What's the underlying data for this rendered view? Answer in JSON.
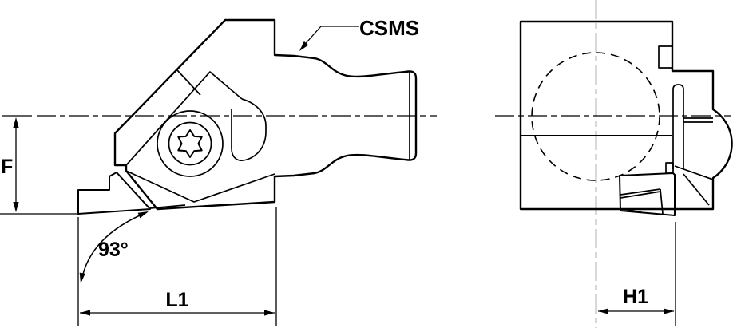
{
  "drawing": {
    "callout": {
      "text": "CSMS"
    },
    "dimensions": {
      "front_height_label": "F",
      "front_length_label": "L1",
      "lead_angle_label": "93°",
      "side_width_label": "H1"
    },
    "colors": {
      "body_fill": "#d5d5d5",
      "insert_fill": "#ffffff",
      "outline": "#000000",
      "background": "#ffffff"
    }
  }
}
